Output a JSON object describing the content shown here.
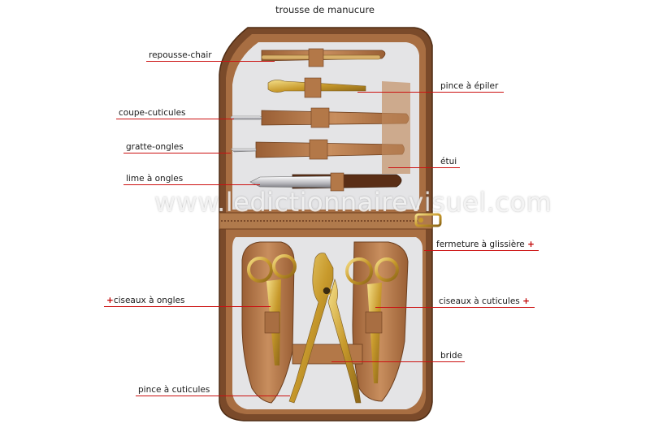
{
  "title": "trousse de manucure",
  "watermark": "www.ledictionnairevisuel.com",
  "labels": {
    "repousse_chair": "repousse-chair",
    "coupe_cuticules": "coupe-cuticules",
    "gratte_ongles": "gratte-ongles",
    "lime_a_ongles": "lime à ongles",
    "ciseaux_a_ongles": "ciseaux à ongles",
    "pince_a_cuticules": "pince à cuticules",
    "pince_a_epiler": "pince à épiler",
    "etui": "étui",
    "fermeture_a_glissiere": "fermeture à glissière",
    "ciseaux_a_cuticules": "ciseaux à cuticules",
    "bride": "bride"
  },
  "plus_sign": "+",
  "colors": {
    "leader_line": "#cc1111",
    "leather": "#b97d4f",
    "lining": "#e6e6e8"
  }
}
